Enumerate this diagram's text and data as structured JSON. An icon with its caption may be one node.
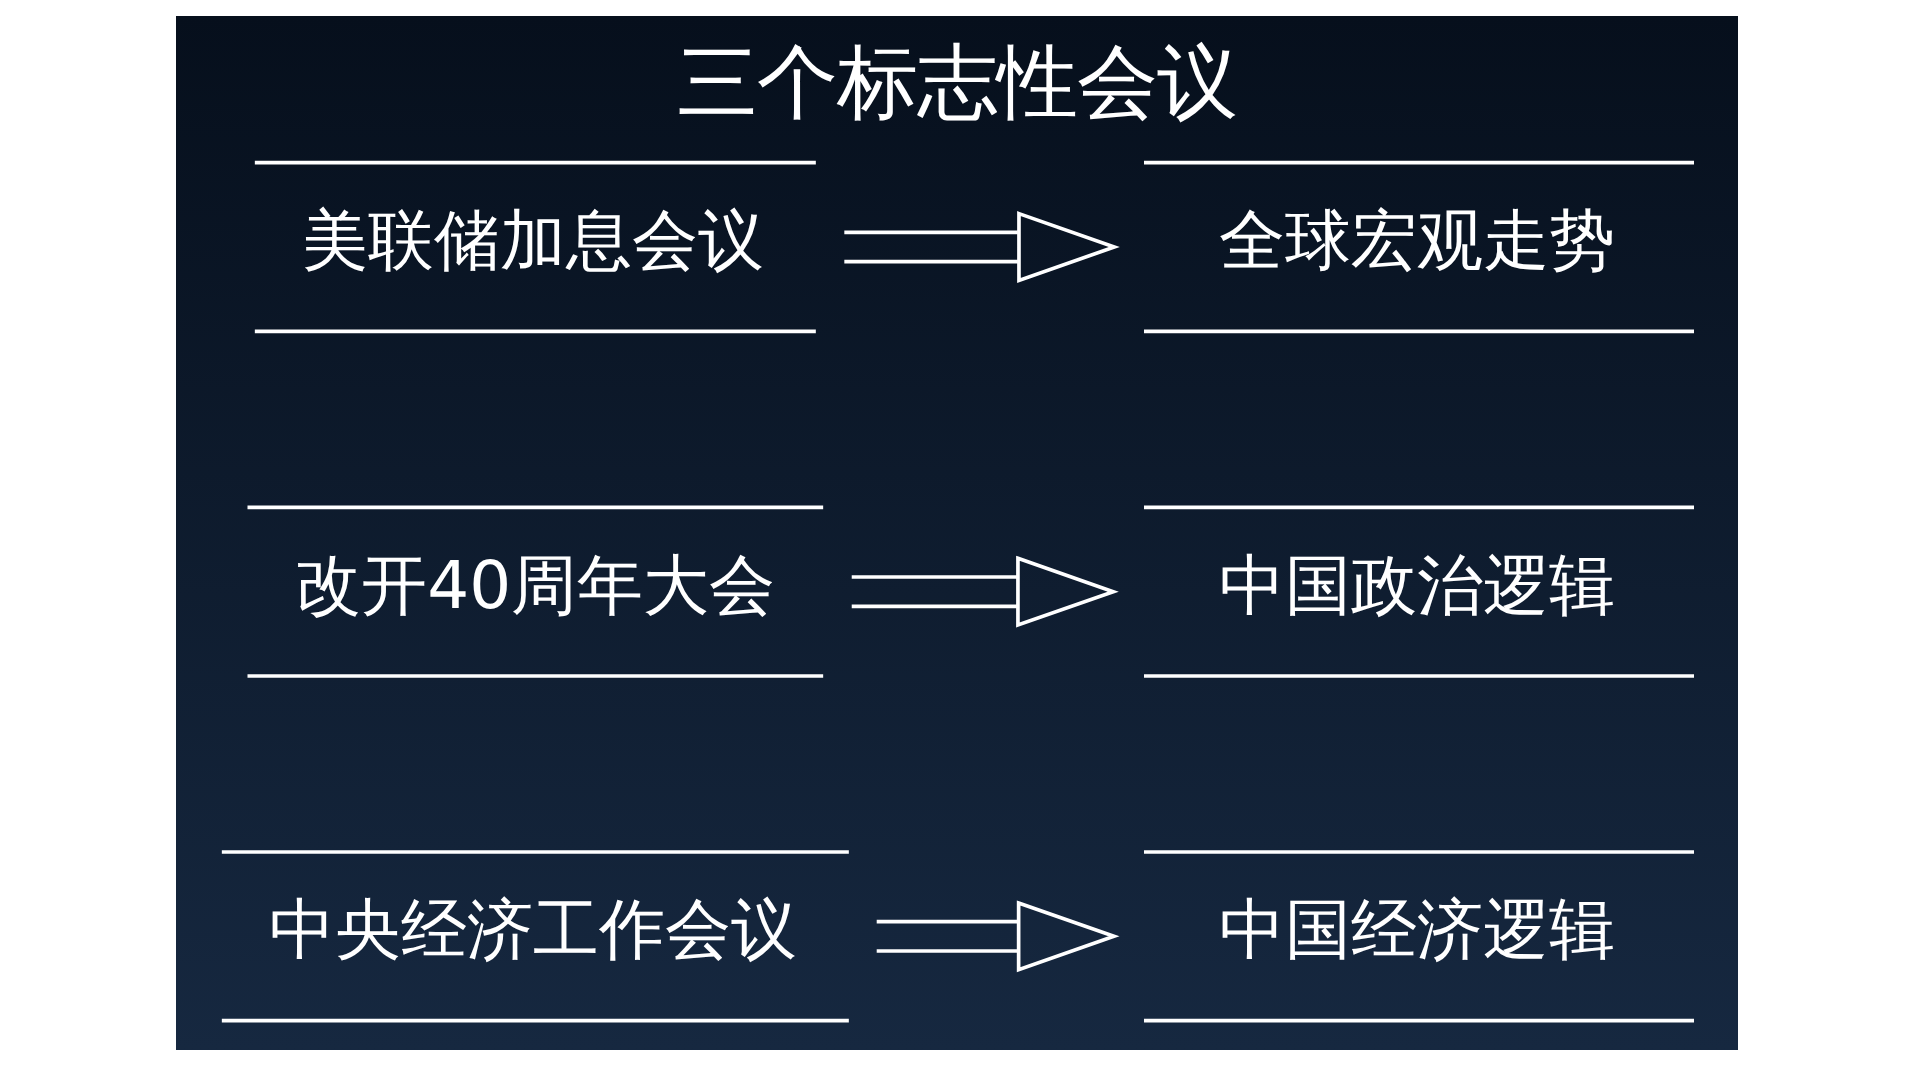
{
  "diagram": {
    "title": "三个标志性会议",
    "nodes": [
      {
        "text": [
          "美联储加息会议"
        ]
      },
      {
        "text": [
          "全球宏观走势"
        ]
      },
      {
        "text": [
          "改开40周年大会"
        ]
      },
      {
        "text": [
          "中国政治逻辑"
        ]
      },
      {
        "text": [
          "中央经济工作会议"
        ]
      },
      {
        "text": [
          "中国经济逻辑"
        ]
      }
    ],
    "edges": [
      {
        "from": 0,
        "to": 1,
        "arrow": "to"
      },
      {
        "from": 2,
        "to": 3,
        "arrow": "to"
      },
      {
        "from": 4,
        "to": 5,
        "arrow": "to"
      }
    ]
  }
}
